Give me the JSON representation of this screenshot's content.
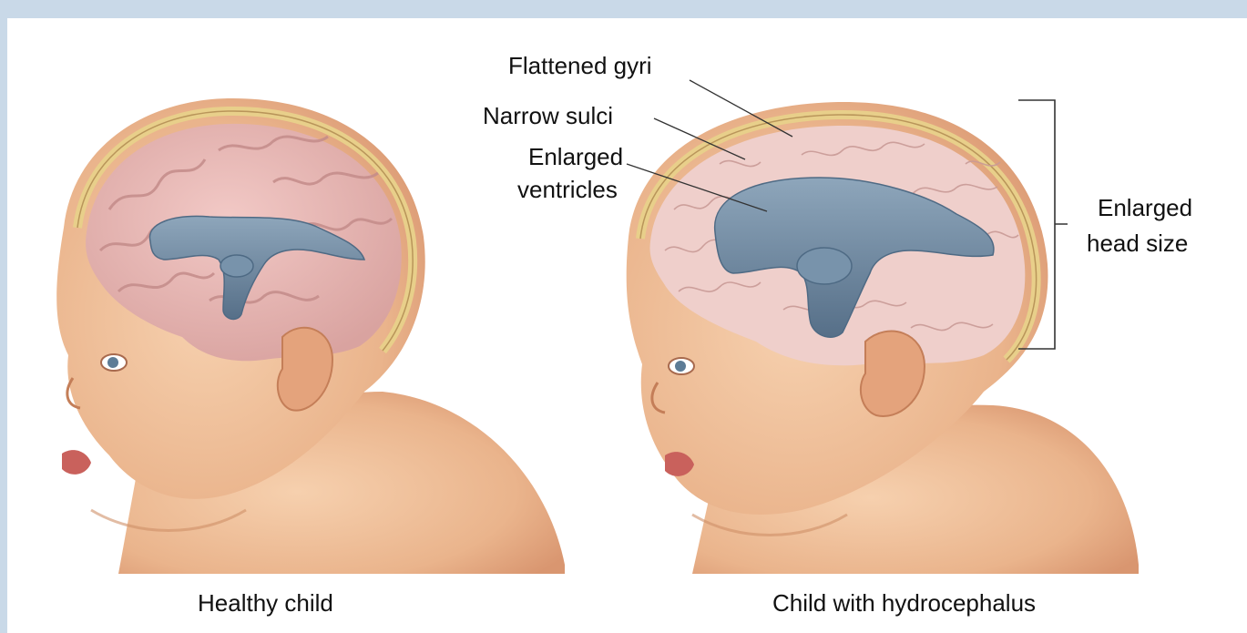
{
  "panels": {
    "left": {
      "caption": "Healthy child"
    },
    "right": {
      "caption": "Child with hydrocephalus"
    }
  },
  "labels": {
    "flattened_gyri": "Flattened gyri",
    "narrow_sulci": "Narrow sulci",
    "enlarged_ventricles_line1": "Enlarged",
    "enlarged_ventricles_line2": "ventricles",
    "enlarged_head_line1": "Enlarged",
    "enlarged_head_line2": "head size"
  },
  "colors": {
    "skin": "#f0c09a",
    "skin_shadow": "#d9966a",
    "brain": "#e9b7b5",
    "brain_line": "#b98080",
    "skull": "#e8cf8a",
    "ventricle": "#6f8aa3",
    "ventricle_dark": "#4e6a84",
    "background_frame": "#c9d9e8"
  }
}
